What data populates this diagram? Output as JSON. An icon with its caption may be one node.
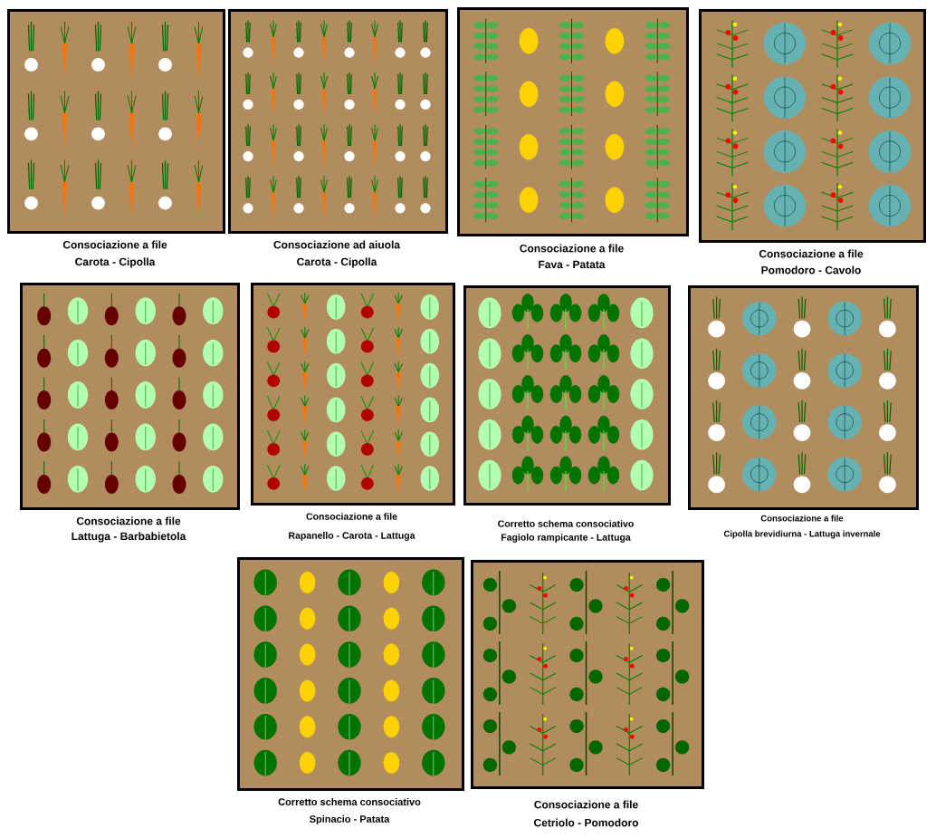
{
  "diagram": {
    "nodes": [
      {
        "text": [
          "Consociazione a file",
          "Carota - Cipolla"
        ]
      },
      {
        "text": [
          "Consociazione ad aiuola",
          "Carota - Cipolla"
        ]
      },
      {
        "text": [
          "Consociazione a file",
          "Fava - Patata"
        ]
      },
      {
        "text": [
          "Consociazione a file",
          "Pomodoro - Cavolo"
        ]
      },
      {
        "text": [
          "Consociazione a file",
          "Lattuga - Barbabietola"
        ]
      },
      {
        "text": [
          "Consociazione a file",
          "Rapanello - Carota - Lattuga"
        ]
      },
      {
        "text": [
          "Corretto schema consociativo",
          "Fagiolo rampicante - Lattuga"
        ]
      },
      {
        "text": [
          "Consociazione a file",
          "Cipolla brevidiurna - Lattuga invernale"
        ]
      },
      {
        "text": [
          "Corretto schema consociativo",
          "Spinacio - Patata"
        ]
      },
      {
        "text": [
          "Consociazione a file",
          "Cetriolo - Pomodoro"
        ]
      }
    ]
  }
}
